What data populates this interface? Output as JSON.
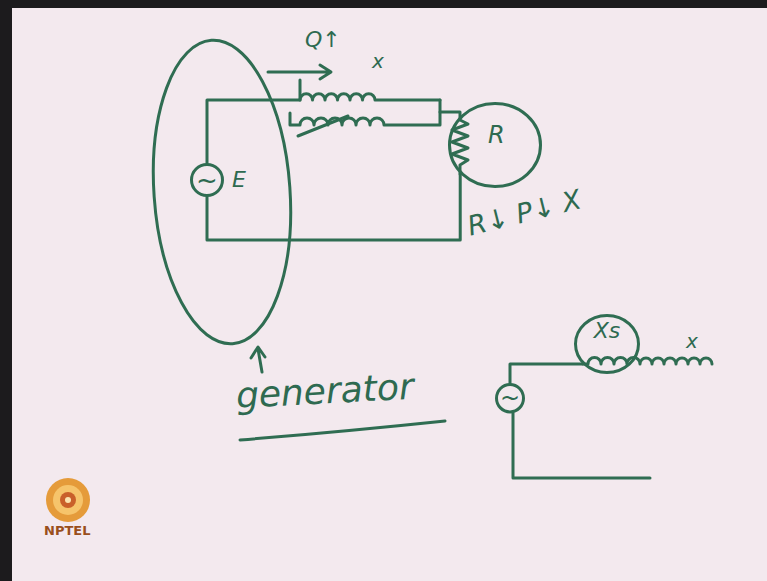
{
  "diagram": {
    "nodes": [
      {
        "text": [
          "~",
          "E"
        ]
      },
      {
        "text": [
          "R"
        ]
      },
      {
        "text": [
          "Xs"
        ]
      },
      {
        "text": [
          "~"
        ]
      }
    ],
    "edges": [
      {
        "from": 0,
        "to": 1,
        "arrow": "none"
      },
      {
        "from": 3,
        "to": 2,
        "arrow": "none"
      }
    ],
    "labels": [
      "Q↑",
      "x",
      "R↓ P↓ X",
      "generator",
      "x",
      "NPTEL"
    ]
  }
}
